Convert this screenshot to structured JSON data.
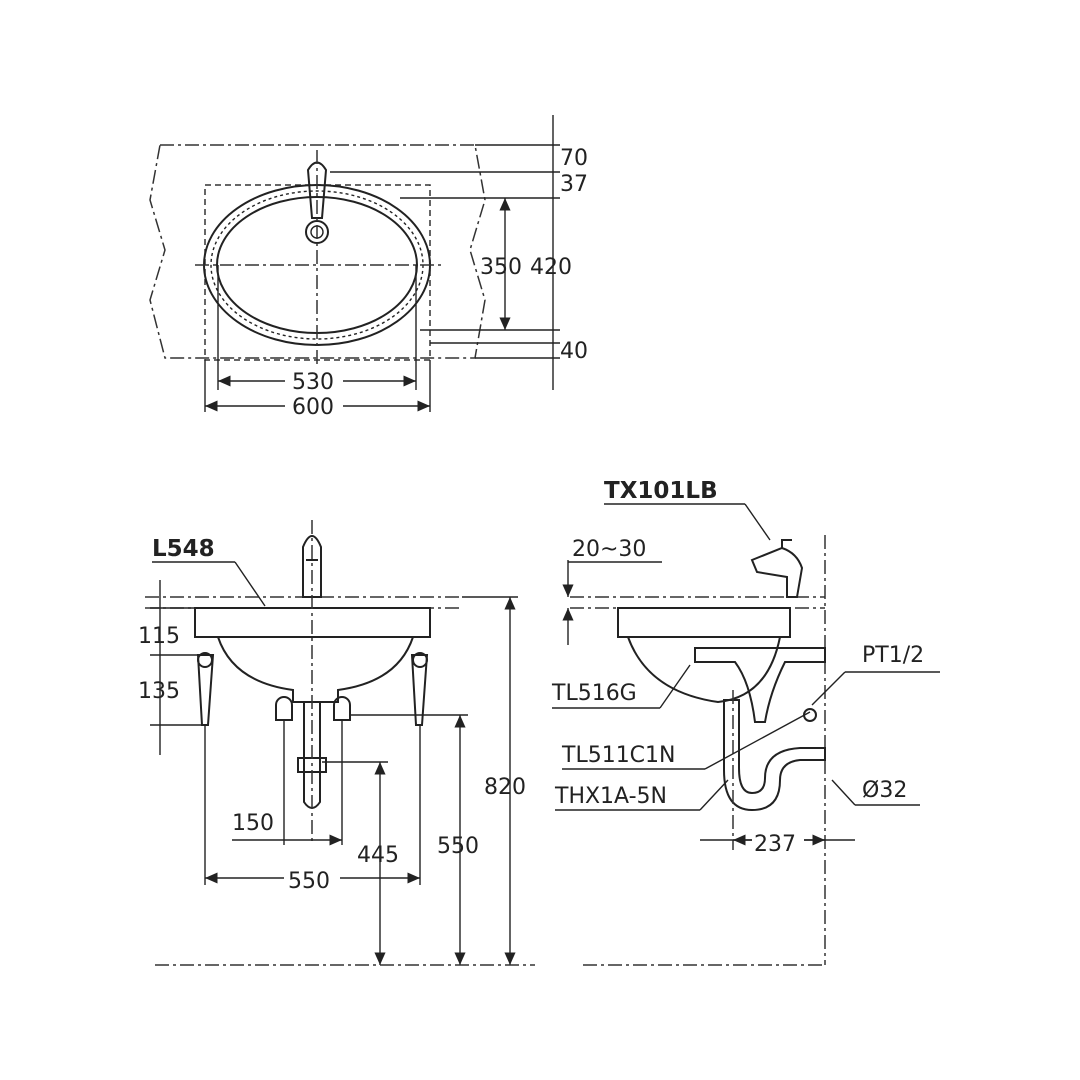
{
  "top_view": {
    "dims": {
      "d70": "70",
      "d37": "37",
      "d350": "350",
      "d420": "420",
      "d40": "40",
      "d530": "530",
      "d600": "600"
    }
  },
  "front_view": {
    "model_label": "L548",
    "dims": {
      "d115": "115",
      "d135": "135",
      "d150": "150",
      "d445": "445",
      "d550_h": "550",
      "d550_v": "550",
      "d820": "820"
    }
  },
  "side_view": {
    "faucet_label": "TX101LB",
    "gap_label": "20~30",
    "parts": {
      "pt": "PT1/2",
      "tl516g": "TL516G",
      "tl511c1n": "TL511C1N",
      "thx1a": "THX1A-5N",
      "d32": "Ø32"
    },
    "dims": {
      "d237": "237"
    }
  }
}
